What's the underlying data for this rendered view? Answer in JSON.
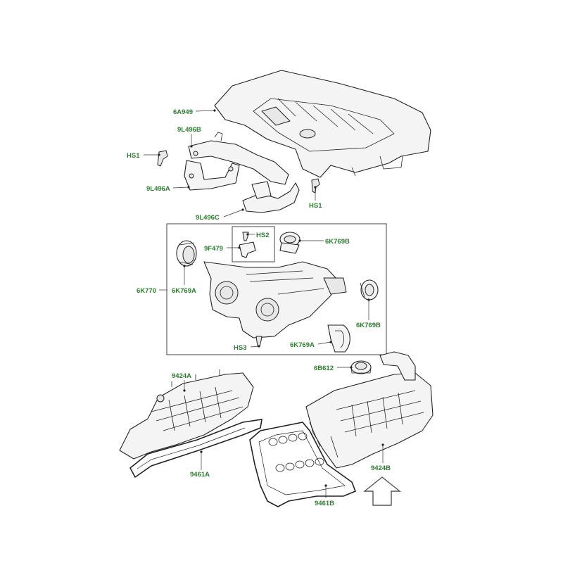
{
  "colors": {
    "label_green": "#2e7d32",
    "line": "#222222",
    "part_fill": "#f4f4f4"
  },
  "labels": {
    "engine_cover": "6A949",
    "bracket_b": "9L496B",
    "bolt_hs1_left": "HS1",
    "bracket_a": "9L496A",
    "bolt_hs1_right": "HS1",
    "bracket_c": "9L496C",
    "bolt_hs2": "HS2",
    "sensor": "9F479",
    "seal_top_right": "6K769B",
    "throttle_assembly": "6K770",
    "seal_left": "6K769A",
    "seal_right": "6K769B",
    "bolt_hs3": "HS3",
    "seal_bottom": "6K769A",
    "oil_cap": "6B612",
    "cover_left": "9424A",
    "cover_right": "9424B",
    "gasket_left": "9461A",
    "gasket_right": "9461B"
  },
  "icons": {
    "front_indicator": "up-arrow-icon"
  }
}
